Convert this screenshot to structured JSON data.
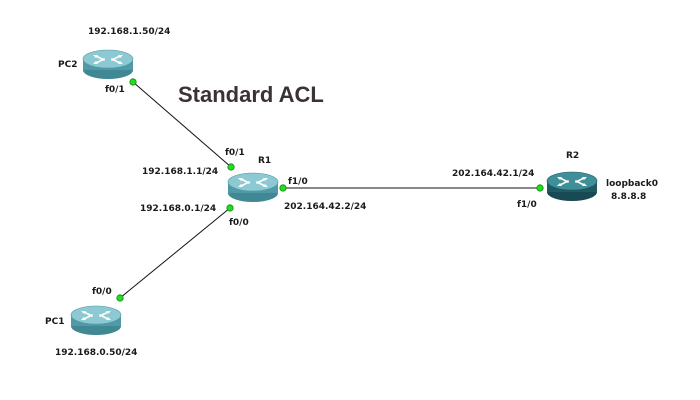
{
  "title": "Standard ACL",
  "colors": {
    "router_body": "#4f9aa6",
    "router_top": "#7cc2cc",
    "router_dark_body": "#1f5a63",
    "router_dark_top": "#3f8f99",
    "link": "#111111",
    "port_dot": "#22dd22"
  },
  "devices": {
    "pc2": {
      "name": "PC2",
      "ip": "192.168.1.50/24",
      "port": "f0/1",
      "icon": "router-icon"
    },
    "pc1": {
      "name": "PC1",
      "ip": "192.168.0.50/24",
      "port": "f0/0",
      "icon": "router-icon"
    },
    "r1": {
      "name": "R1",
      "icon": "router-icon",
      "port_to_pc2": "f0/1",
      "ip_to_pc2": "192.168.1.1/24",
      "port_to_pc1": "f0/0",
      "ip_to_pc1": "192.168.0.1/24",
      "port_to_r2": "f1/0",
      "ip_to_r2": "202.164.42.2/24"
    },
    "r2": {
      "name": "R2",
      "icon": "router-icon",
      "port": "f1/0",
      "ip": "202.164.42.1/24",
      "loopback_label": "loopback0",
      "loopback_ip": "8.8.8.8"
    }
  },
  "links": [
    {
      "from": "PC2",
      "to": "R1"
    },
    {
      "from": "PC1",
      "to": "R1"
    },
    {
      "from": "R1",
      "to": "R2"
    }
  ]
}
